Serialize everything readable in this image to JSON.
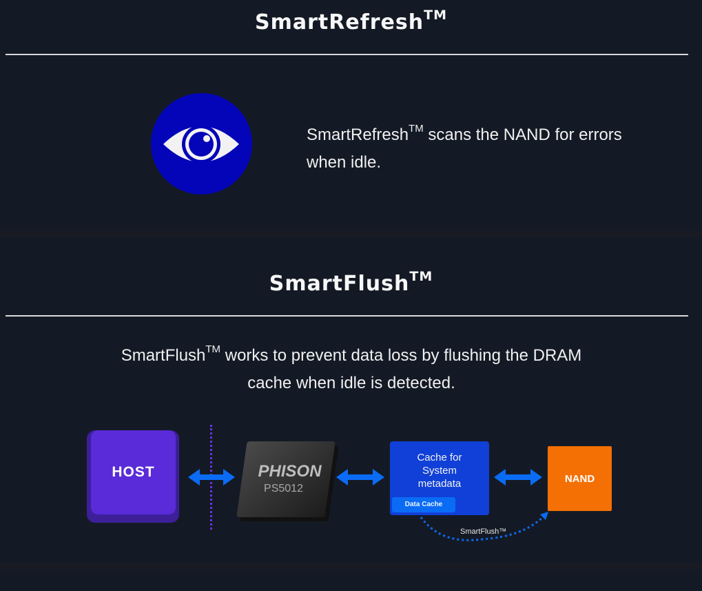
{
  "sections": [
    {
      "title": "SmartRefresh",
      "title_tm": "TM",
      "icon": "eye-icon",
      "icon_color": "#0404b8",
      "description_lead": "SmartRefresh",
      "description_tm": "TM",
      "description_rest": " scans the NAND for errors when idle."
    },
    {
      "title": "SmartFlush",
      "title_tm": "TM",
      "description_lead": "SmartFlush",
      "description_tm": "TM",
      "description_rest": " works to prevent data loss by flushing the DRAM cache when idle is detected."
    }
  ],
  "diagram": {
    "host_label": "HOST",
    "controller_brand": "PHISON",
    "controller_model": "PS5012",
    "cache_label_lines": [
      "Cache for",
      "System",
      "metadata"
    ],
    "cache_badge": "Data Cache",
    "nand_label": "NAND",
    "flush_label": "SmartFlush™",
    "colors": {
      "host": "#5a2bd8",
      "arrow": "#0a6cf5",
      "cache": "#1040d8",
      "nand": "#f47004",
      "divider": "#6a33e0"
    }
  }
}
